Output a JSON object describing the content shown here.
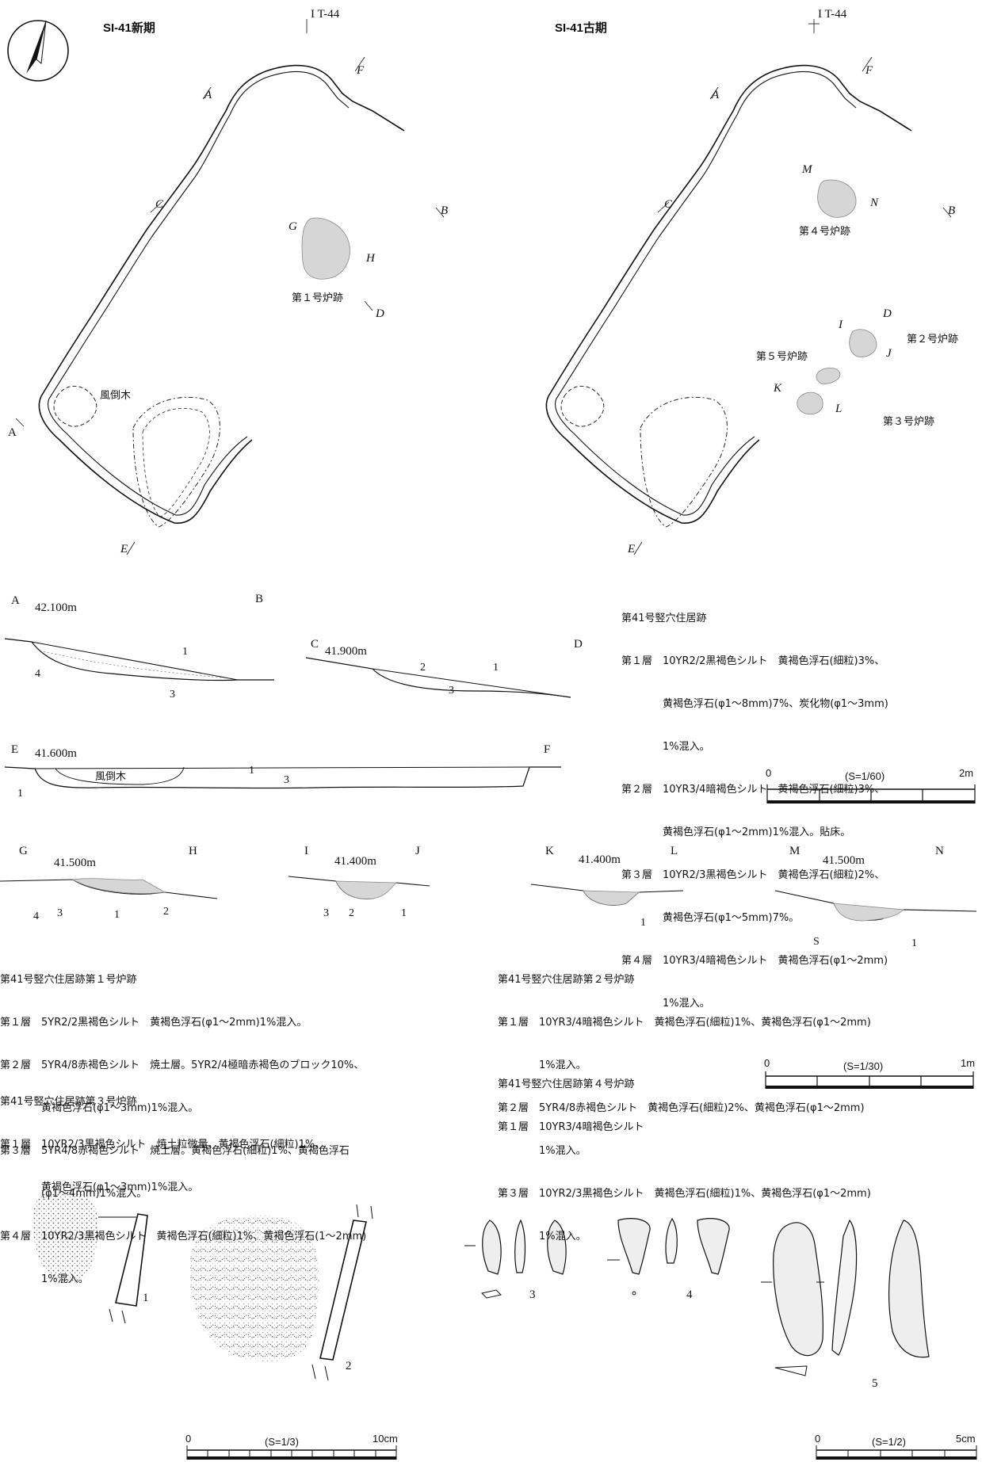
{
  "plans": {
    "new": {
      "title": "SI-41新期",
      "grid": "I T-44",
      "wind": "風倒木",
      "points": {
        "A": "A",
        "B": "B",
        "C": "C",
        "D": "D",
        "E": "E",
        "F": "F",
        "G": "G",
        "H": "H"
      },
      "hearth1": "第１号炉跡"
    },
    "old": {
      "title": "SI-41古期",
      "grid": "I T-44",
      "points": {
        "A": "A",
        "B": "B",
        "C": "C",
        "D": "D",
        "E": "E",
        "F": "F",
        "I": "I",
        "J": "J",
        "K": "K",
        "L": "L",
        "M": "M",
        "N": "N"
      },
      "hearth2": "第２号炉跡",
      "hearth3": "第３号炉跡",
      "hearth4": "第４号炉跡",
      "hearth5": "第５号炉跡"
    }
  },
  "sections": {
    "ab": {
      "a": "A",
      "b": "B",
      "elev": "42.100m",
      "l1": "1",
      "l3": "3",
      "l4": "4"
    },
    "cd": {
      "c": "C",
      "d": "D",
      "elev": "41.900m",
      "l1": "1",
      "l2": "2",
      "l3": "3"
    },
    "ef": {
      "e": "E",
      "f": "F",
      "elev": "41.600m",
      "wind": "風倒木",
      "l1a": "1",
      "l1b": "1",
      "l3": "3"
    },
    "gh": {
      "g": "G",
      "h": "H",
      "elev": "41.500m",
      "l1": "1",
      "l2": "2",
      "l3": "3",
      "l4": "4"
    },
    "ij": {
      "i": "I",
      "j": "J",
      "elev": "41.400m",
      "l1": "1",
      "l2": "2",
      "l3": "3"
    },
    "kl": {
      "k": "K",
      "l": "L",
      "elev": "41.400m",
      "l1": "1"
    },
    "mn": {
      "m": "M",
      "n": "N",
      "elev": "41.500m",
      "l1": "1",
      "ls": "S"
    }
  },
  "legend_house": {
    "head": "第41号竪穴住居跡",
    "rows": [
      "第１層　10YR2/2黒褐色シルト　黄褐色浮石(細粒)3%、",
      "　　　　黄褐色浮石(φ1〜8mm)7%、炭化物(φ1〜3mm)",
      "　　　　1%混入。",
      "第２層　10YR3/4暗褐色シルト　黄褐色浮石(細粒)3%、",
      "　　　　黄褐色浮石(φ1〜2mm)1%混入。貼床。",
      "第３層　10YR2/3黒褐色シルト　黄褐色浮石(細粒)2%、",
      "　　　　黄褐色浮石(φ1〜5mm)7%。",
      "第４層　10YR3/4暗褐色シルト　黄褐色浮石(φ1〜2mm)",
      "　　　　1%混入。"
    ]
  },
  "legend_h1": {
    "head": "第41号竪穴住居跡第１号炉跡",
    "rows": [
      "第１層　5YR2/2黒褐色シルト　黄褐色浮石(φ1〜2mm)1%混入。",
      "第２層　5YR4/8赤褐色シルト　焼土層。5YR2/4極暗赤褐色のブロック10%、",
      "　　　　黄褐色浮石(φ1〜3mm)1%混入。",
      "第３層　5YR4/8赤褐色シルト　焼土層。黄褐色浮石(細粒)1%、黄褐色浮石",
      "　　　　(φ1〜4mm)1%混入。",
      "第４層　10YR2/3黒褐色シルト　黄褐色浮石(細粒)1%、黄褐色浮石(1〜2mm)",
      "　　　　1%混入。"
    ]
  },
  "legend_h3": {
    "head": "第41号竪穴住居跡第３号炉跡",
    "rows": [
      "第１層　10YR2/3黒褐色シルト　焼土粒微量、黄褐色浮石(細粒)1%、",
      "　　　　黄褐色浮石(φ1〜3mm)1%混入。"
    ]
  },
  "legend_h2": {
    "head": "第41号竪穴住居跡第２号炉跡",
    "rows": [
      "第１層　10YR3/4暗褐色シルト　黄褐色浮石(細粒)1%、黄褐色浮石(φ1〜2mm)",
      "　　　　1%混入。",
      "第２層　5YR4/8赤褐色シルト　黄褐色浮石(細粒)2%、黄褐色浮石(φ1〜2mm)",
      "　　　　1%混入。",
      "第３層　10YR2/3黒褐色シルト　黄褐色浮石(細粒)1%、黄褐色浮石(φ1〜2mm)",
      "　　　　1%混入。"
    ]
  },
  "legend_h4": {
    "head": "第41号竪穴住居跡第４号炉跡",
    "rows": [
      "第１層　10YR3/4暗褐色シルト"
    ]
  },
  "scales": {
    "s60": {
      "start": "0",
      "label": "(S=1/60)",
      "end": "2m"
    },
    "s30": {
      "start": "0",
      "label": "(S=1/30)",
      "end": "1m"
    },
    "s3": {
      "start": "0",
      "label": "(S=1/3)",
      "end": "10cm"
    },
    "s2": {
      "start": "0",
      "label": "(S=1/2)",
      "end": "5cm"
    }
  },
  "artifacts": {
    "n1": "1",
    "n2": "2",
    "n3": "3",
    "n4": "4",
    "n5": "5"
  },
  "colors": {
    "hearth": "#dcdcdc",
    "line": "#111111"
  }
}
